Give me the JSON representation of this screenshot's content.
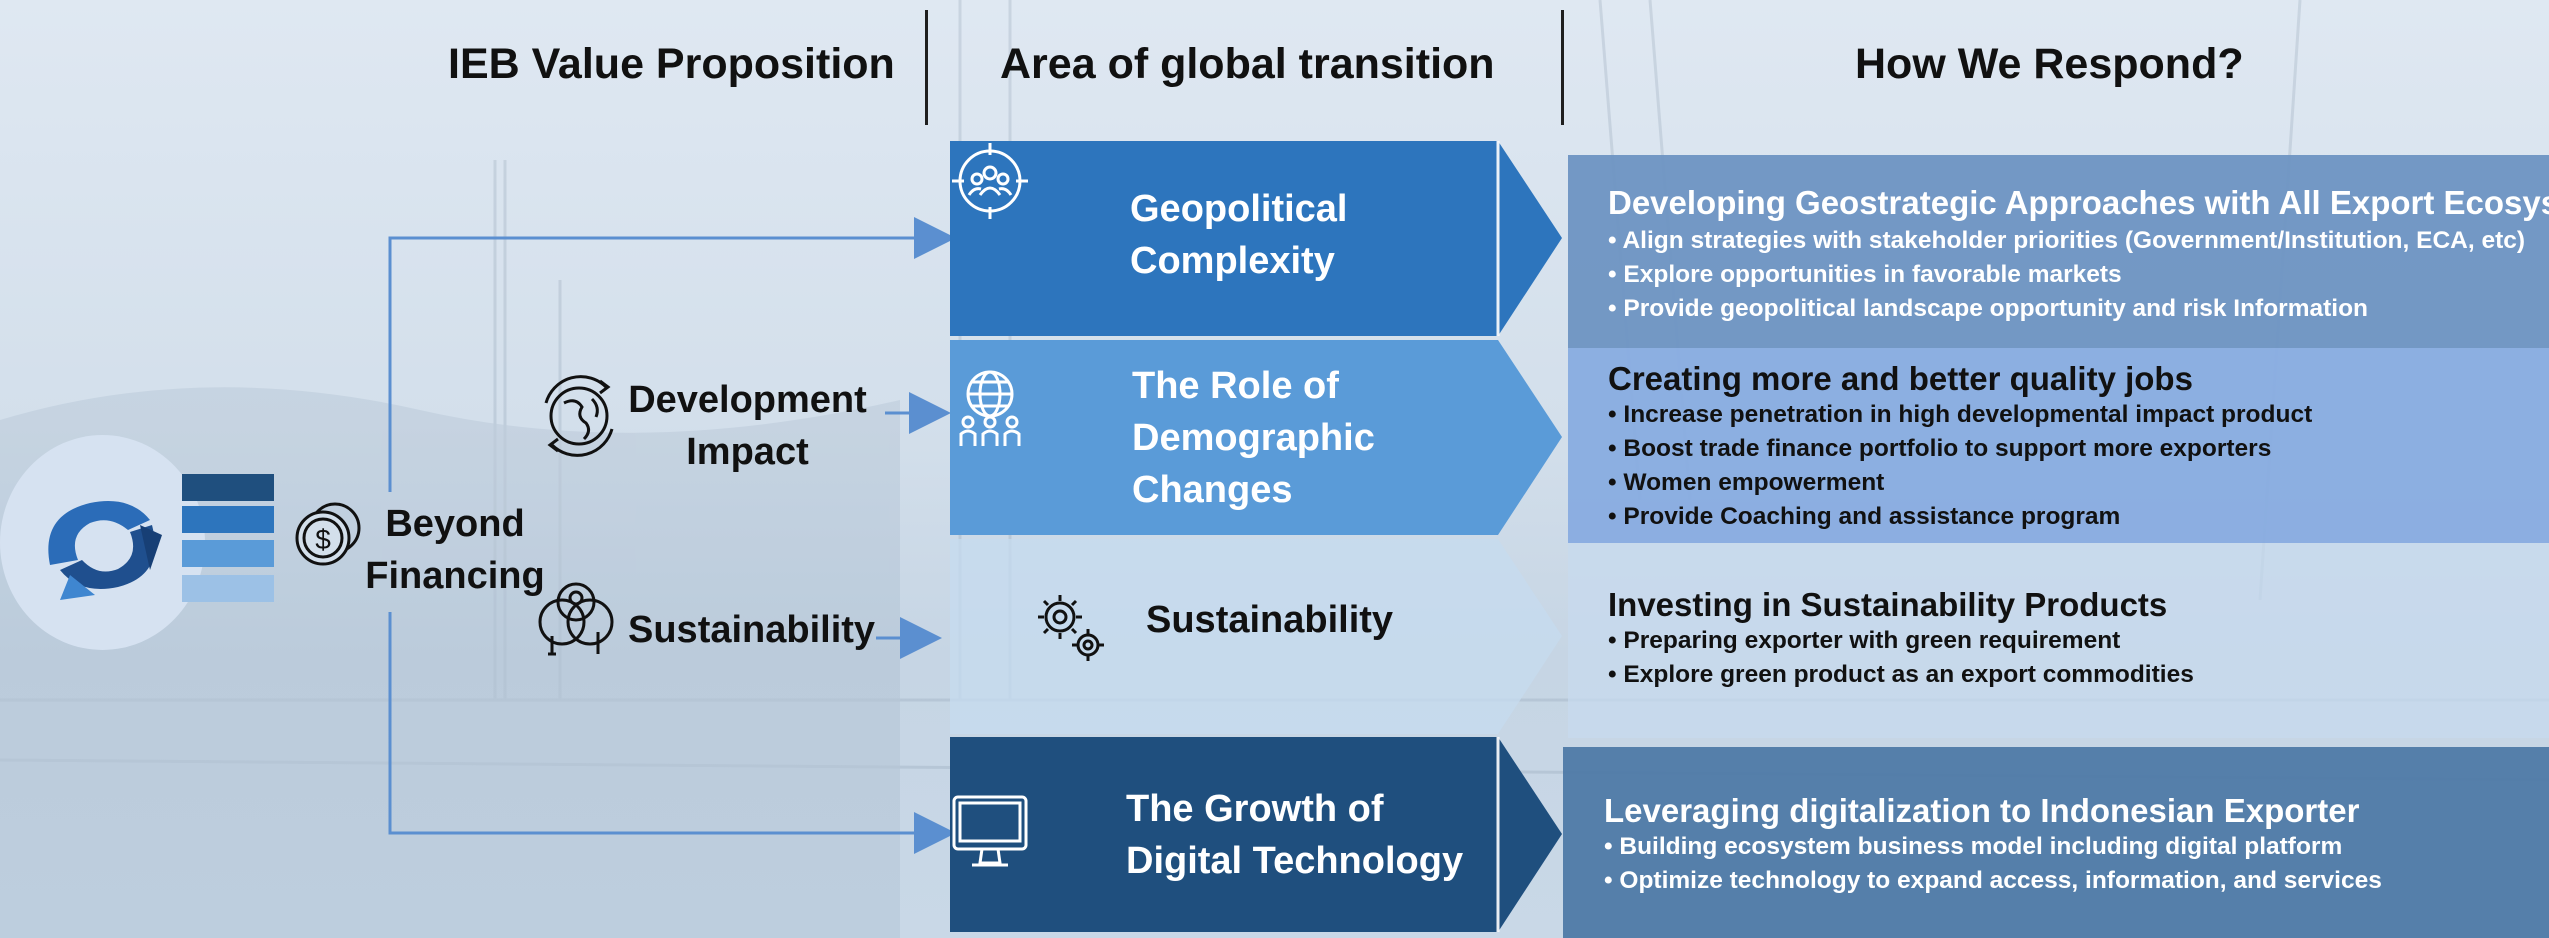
{
  "headers": {
    "value_proposition": "IEB Value Proposition",
    "global_transition": "Area of global transition",
    "how_we_respond": "How We Respond?"
  },
  "left": {
    "logo_icon": "ieb-logo",
    "beyond_financing": "Beyond\nFinancing",
    "development_impact": "Development\nImpact",
    "sustainability": "Sustainability"
  },
  "transitions": [
    {
      "title": "Geopolitical\nComplexity",
      "icon": "people-target-icon",
      "color": "#2d75bd",
      "text_color": "#ffffff"
    },
    {
      "title": "The Role of\nDemographic\nChanges",
      "icon": "globe-people-icon",
      "color": "#5a9bd8",
      "text_color": "#ffffff"
    },
    {
      "title": "Sustainability",
      "icon": "gears-icon",
      "color": "#c6dbef",
      "text_color": "#111111"
    },
    {
      "title": "The Growth of\nDigital Technology",
      "icon": "monitor-icon",
      "color": "#1f4f7e",
      "text_color": "#ffffff"
    }
  ],
  "responses": [
    {
      "title": "Developing Geostrategic Approaches with All Export Ecosystem",
      "color": "#6e94c2",
      "text_color": "#ffffff",
      "items": [
        "Align strategies with stakeholder priorities (Government/Institution, ECA, etc)",
        "Explore opportunities in favorable markets",
        "Provide geopolitical landscape opportunity and risk Information"
      ]
    },
    {
      "title": "Creating more and better quality jobs",
      "color": "#88ace0",
      "text_color": "#111111",
      "items": [
        "Increase penetration in high developmental impact  product",
        "Boost trade finance portfolio to support more exporters",
        "Women empowerment",
        "Provide Coaching and assistance program"
      ]
    },
    {
      "title": "Investing in Sustainability Products",
      "color": "#c7d9ee",
      "text_color": "#111111",
      "items": [
        "Preparing exporter with green requirement",
        "Explore green product as an export commodities"
      ]
    },
    {
      "title": "Leveraging digitalization to Indonesian Exporter",
      "color": "#4f7aa6",
      "text_color": "#ffffff",
      "items": [
        "Building ecosystem business model including digital platform",
        "Optimize technology to expand access, information, and services"
      ]
    }
  ]
}
